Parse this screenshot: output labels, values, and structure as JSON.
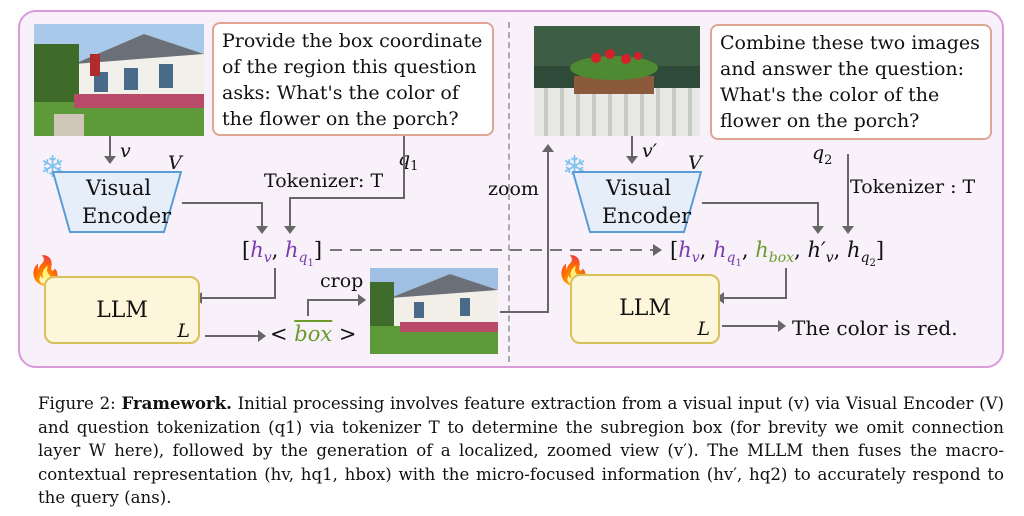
{
  "figure": {
    "left_question": "Provide the box coordinate of the region this question asks: What's the color of the flower on the porch?",
    "right_question": "Combine these two images and answer the question: What's the color of the flower on the porch?",
    "encoder_label_line1": "Visual",
    "encoder_label_line2": "Encoder",
    "encoder_symbol": "V",
    "llm_label": "LLM",
    "llm_symbol": "L",
    "v_label": "v",
    "v_prime_label": "v′",
    "q1_label": "q",
    "q1_sub": "1",
    "q2_label": "q",
    "q2_sub": "2",
    "tokenizer_left": "Tokenizer: T",
    "tokenizer_right": "Tokenizer : T",
    "zoom_label": "zoom",
    "crop_label": "crop",
    "box_token": "box",
    "answer": "The color is red.",
    "icons": [
      "snowflake-icon",
      "flame-icon"
    ],
    "colors": {
      "panel_border": "#d89ad8",
      "panel_bg": "#f8f1fa",
      "question_border": "#e0a592",
      "encoder_border": "#5b9bd5",
      "llm_border": "#d8c15a",
      "llm_bg": "#fdf6da",
      "token_purple": "#7a3dad",
      "token_green": "#6a9b2c"
    }
  },
  "caption": {
    "figure_label": "Figure 2:",
    "title": "Framework.",
    "body": "Initial processing involves feature extraction from a visual input (v) via Visual Encoder (V) and question tokenization (q1) via tokenizer T to determine the subregion box (for brevity we omit connection layer W here), followed by the generation of a localized, zoomed view (v′). The MLLM then fuses the macro-contextual representation (hv, hq1, hbox) with the micro-focused information (hv′, hq2) to accurately respond to the query (ans)."
  }
}
